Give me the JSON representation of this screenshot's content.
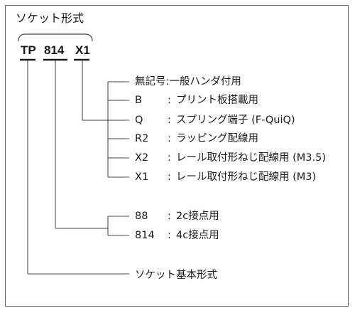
{
  "title": "ソケット形式",
  "codes": [
    "TP",
    "814",
    "X1"
  ],
  "terminal_options": {
    "header_key": "無記号",
    "header_sep": ":",
    "header_value": "一般ハンダ付用",
    "items": [
      {
        "key": "B",
        "sep": ":",
        "value": "プリント板搭載用"
      },
      {
        "key": "Q",
        "sep": ":",
        "value": "スプリング端子 (F-QuiQ)"
      },
      {
        "key": "R2",
        "sep": ":",
        "value": "ラッピング配線用"
      },
      {
        "key": "X2",
        "sep": ":",
        "value": "レール取付形ねじ配線用 (M3.5)"
      },
      {
        "key": "X1",
        "sep": ":",
        "value": "レール取付形ねじ配線用 (M3)"
      }
    ]
  },
  "pin_options": [
    {
      "key": "88",
      "sep": ":",
      "value": "2c接点用"
    },
    {
      "key": "814",
      "sep": ":",
      "value": "4c接点用"
    }
  ],
  "base_label": "ソケット基本形式",
  "colors": {
    "line": "#4a4a4a",
    "text": "#1a1a1a",
    "frame": "#666666"
  }
}
